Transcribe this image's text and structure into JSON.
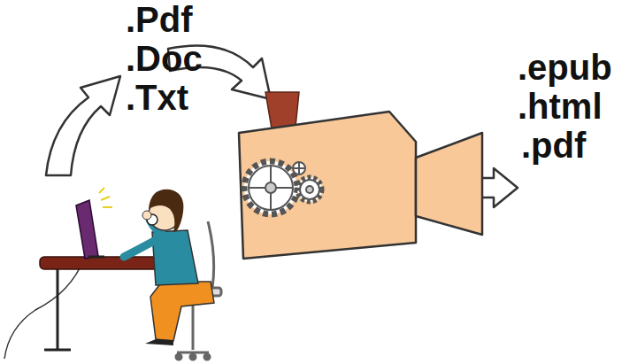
{
  "diagram": {
    "labels": [
      ".Pdf",
      ".Doc",
      ".Txt",
      ".epub",
      ".html",
      ".pdf"
    ]
  }
}
